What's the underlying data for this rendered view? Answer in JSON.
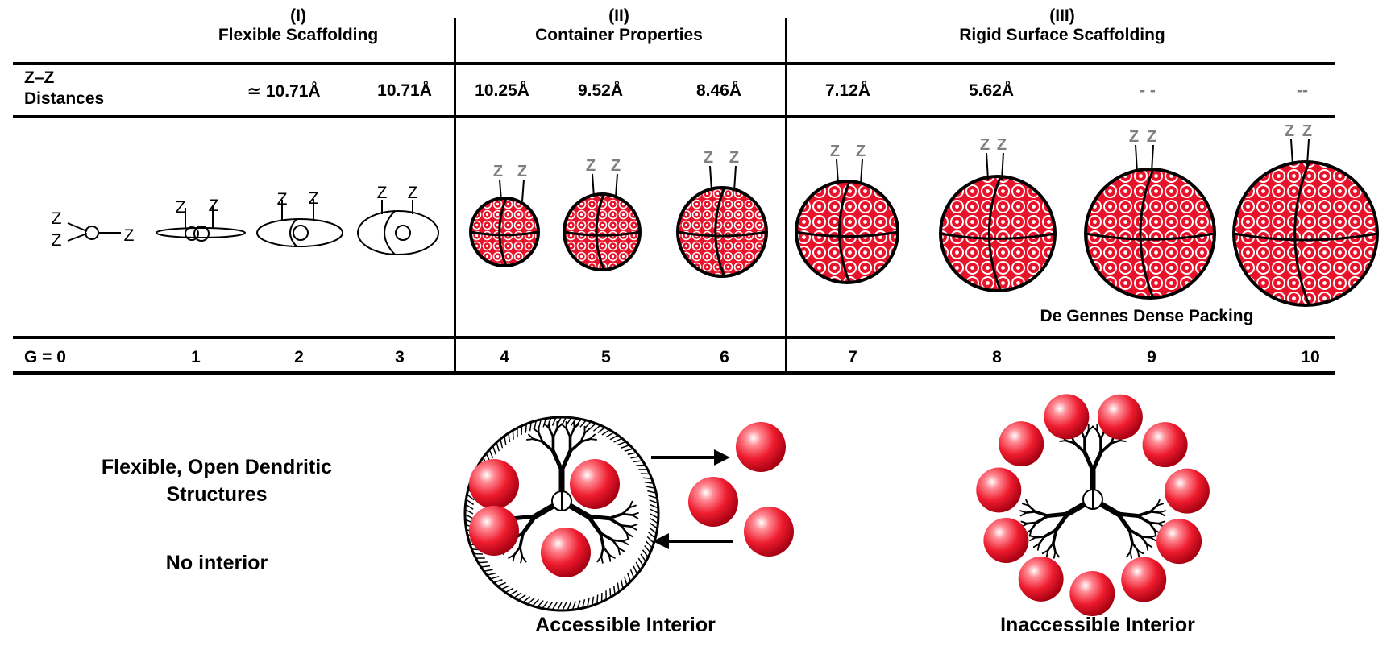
{
  "sections": [
    {
      "numeral": "(I)",
      "title": "Flexible Scaffolding"
    },
    {
      "numeral": "(II)",
      "title": "Container Properties"
    },
    {
      "numeral": "(III)",
      "title": "Rigid Surface Scaffolding"
    }
  ],
  "zz_label": {
    "line1": "Z–Z",
    "line2": "Distances"
  },
  "distances": [
    "≃ 10.71Å",
    "10.71Å",
    "10.25Å",
    "9.52Å",
    "8.46Å",
    "7.12Å",
    "5.62Å",
    "- -",
    "--"
  ],
  "generations": [
    "G = 0",
    "1",
    "2",
    "3",
    "4",
    "5",
    "6",
    "7",
    "8",
    "9",
    "10"
  ],
  "z_letter": "Z",
  "packing_label": "De Gennes Dense Packing",
  "left_text": {
    "line1": "Flexible, Open Dendritic",
    "line2": "Structures",
    "line3": "No interior"
  },
  "accessible_label": "Accessible Interior",
  "inaccessible_label": "Inaccessible Interior",
  "colors": {
    "red": "#e8132a",
    "grey": "#7f7f7f",
    "line": "#000000"
  }
}
